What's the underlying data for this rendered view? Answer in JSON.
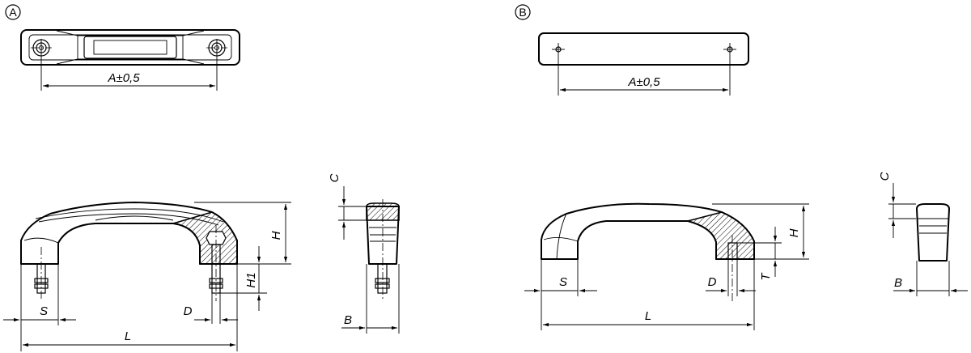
{
  "views": {
    "a": {
      "badge": "A",
      "dim_a": "A±0,5",
      "dim_h": "H",
      "dim_h1": "H1",
      "dim_s": "S",
      "dim_d": "D",
      "dim_l": "L",
      "dim_c": "C",
      "dim_b": "B"
    },
    "b": {
      "badge": "B",
      "dim_a": "A±0,5",
      "dim_h": "H",
      "dim_t": "T",
      "dim_s": "S",
      "dim_d": "D",
      "dim_l": "L",
      "dim_c": "C",
      "dim_b": "B"
    }
  }
}
